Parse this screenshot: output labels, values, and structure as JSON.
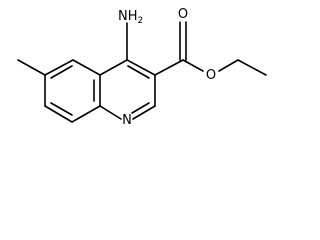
{
  "molecule": {
    "atom_labels": {
      "amino_group": {
        "element": "NH",
        "subscript": "2"
      },
      "ring_nitrogen": "N",
      "carbonyl_oxygen": "O",
      "ester_oxygen": "O"
    },
    "bond_color": "#000000"
  }
}
